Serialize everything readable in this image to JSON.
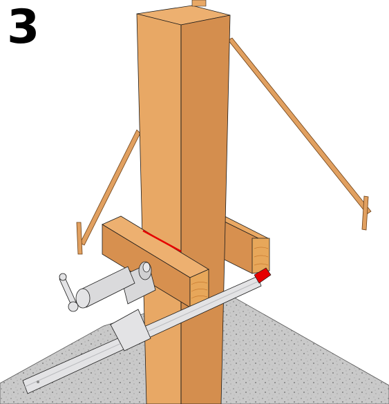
{
  "step": {
    "number": "3"
  },
  "colors": {
    "wood_light": "#E8A865",
    "wood_mid": "#D7904F",
    "wood_dark": "#BF7838",
    "end_grain": "#E7A75A",
    "end_grain_ring": "#C77A30",
    "mark_line": "#E60000",
    "clamp_metal": "#E3E3E5",
    "clamp_metal_dark": "#B9BABD",
    "ground": "#C8C8C8",
    "outline": "#1A1A1A"
  },
  "icons": {
    "post": "wooden-post",
    "braces": "diagonal-brace",
    "stakes": "ground-stake",
    "ledgers": "temporary-ledger-block",
    "clamp": "bar-clamp",
    "slab": "concrete-slab",
    "marker": "red-cut-mark"
  }
}
